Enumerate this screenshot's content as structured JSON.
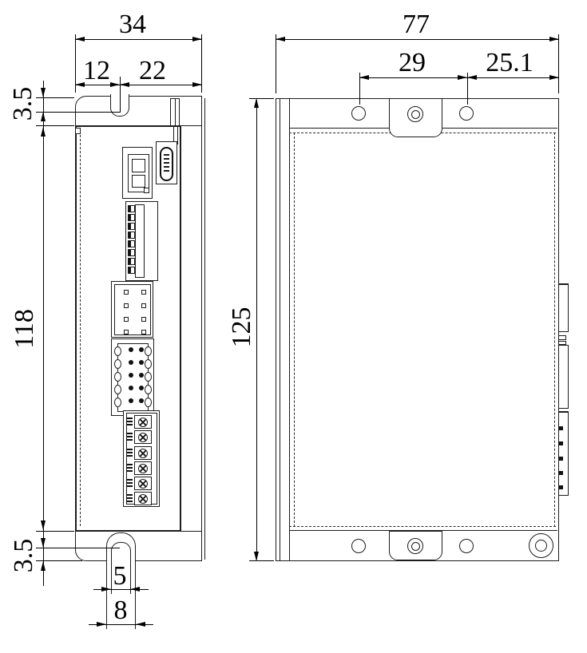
{
  "dimensions": {
    "side_overall_width": "34",
    "side_slot_offset": "12",
    "side_slot_to_edge": "22",
    "side_top_offset": "3.5",
    "side_body_height": "118",
    "side_bottom_offset": "3.5",
    "slot_inner_width": "5",
    "slot_outer_width": "8",
    "front_overall_width": "77",
    "front_hole_spacing": "29",
    "front_hole_to_edge": "25.1",
    "front_overall_height": "125"
  },
  "colors": {
    "line": "#1c1c1c",
    "dimension": "#000000",
    "background": "#ffffff"
  }
}
